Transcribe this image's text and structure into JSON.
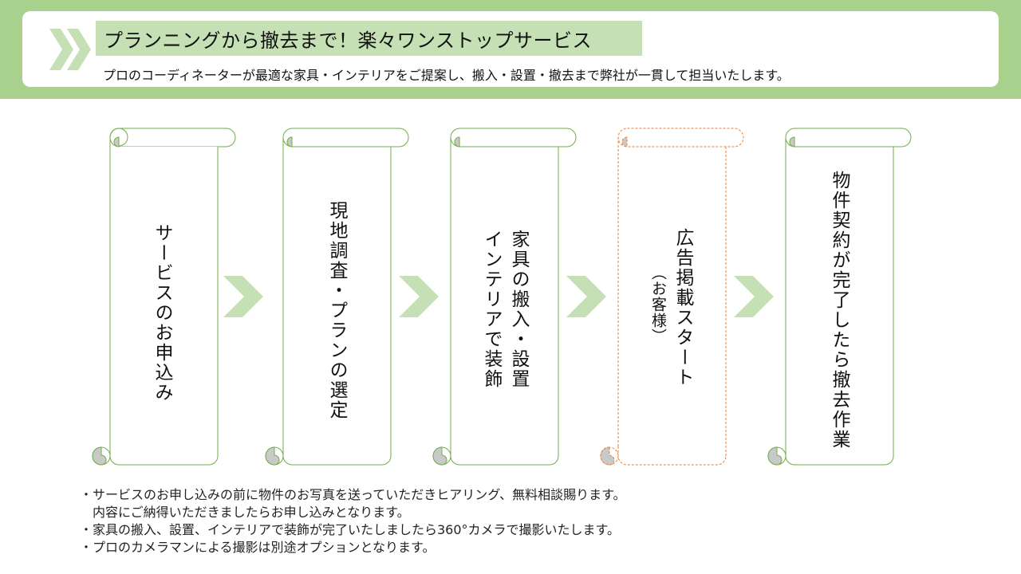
{
  "header": {
    "title": "プランニングから撤去まで！楽々ワンストップサービス",
    "subtitle": "プロのコーディネーターが最適な家具・インテリアをご提案し、搬入・設置・撤去まで弊社が一貫して担当いたします。"
  },
  "steps": [
    {
      "lines": [
        "サービスのお申込み"
      ]
    },
    {
      "lines": [
        "現地調査・プランの選定"
      ]
    },
    {
      "lines": [
        "家具の搬入・設置",
        "インテリアで装飾"
      ]
    },
    {
      "lines": [
        "広告掲載スタート"
      ],
      "sub": "（お客様）",
      "style": "dashed"
    },
    {
      "lines": [
        "物件契約が完了したら撤去作業"
      ]
    }
  ],
  "notes": [
    "・サービスのお申し込みの前に物件のお写真を送っていただきヒアリング、無料相談賜ります。",
    "　内容にご納得いただきましたらお申し込みとなります。",
    "・家具の搬入、設置、インテリアで装飾が完了いたしましたら360°カメラで撮影いたします。",
    "・プロのカメラマンによる撮影は別途オプションとなります。"
  ],
  "colors": {
    "band": "#a9d18e",
    "title_box": "#c5e0b4",
    "scroll_stroke": "#70ad47",
    "dashed_stroke": "#ed7d31",
    "curl_fill": "#c9c9c9",
    "arrow": "#c5e0b4"
  },
  "icons": {
    "header": "double-chevron-icon",
    "flow": "chevron-right-icon"
  }
}
